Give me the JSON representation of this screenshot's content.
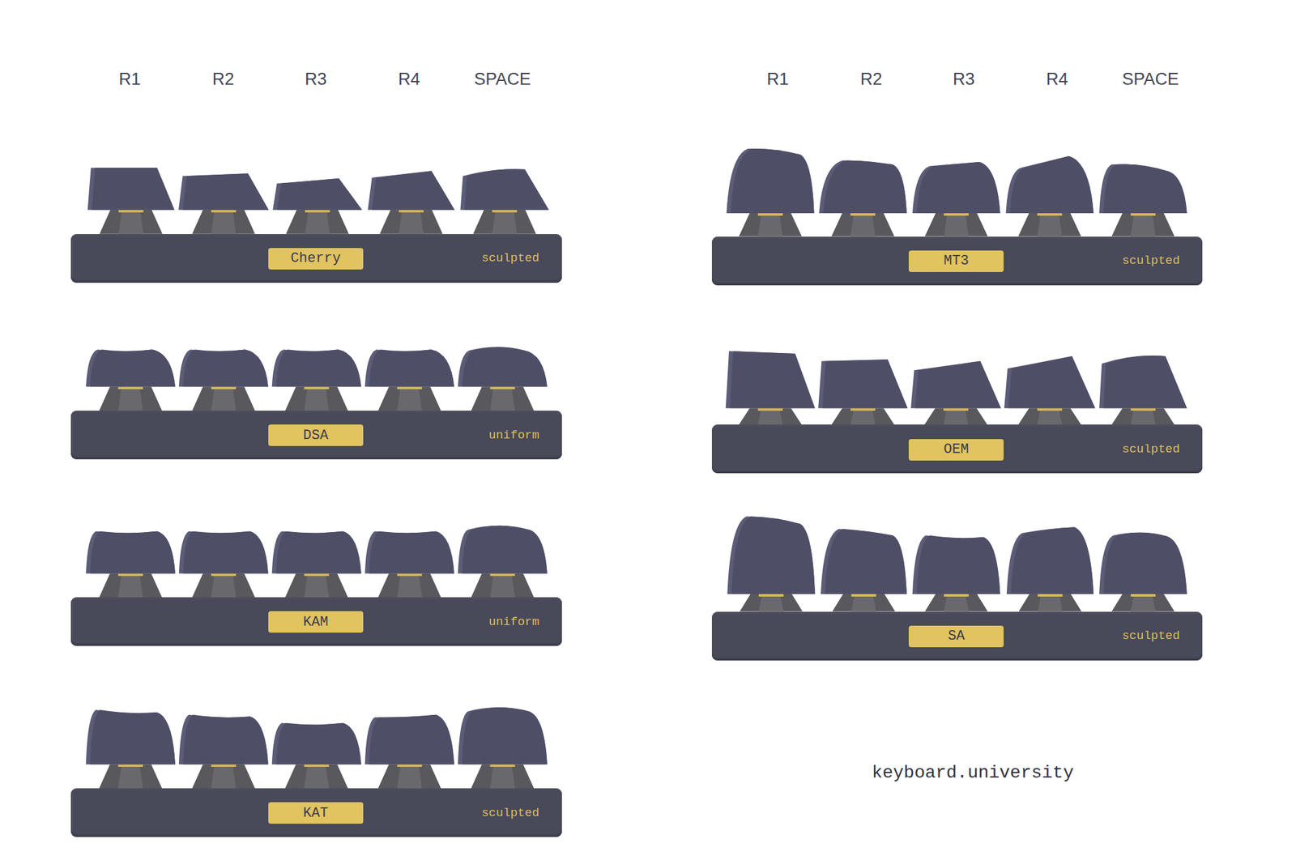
{
  "diagram": {
    "nodes": [
      {
        "text": [
          "sculpted"
        ]
      },
      {
        "text": [
          "Cherry"
        ],
        "in": 0
      },
      {
        "text": [
          "sculpted"
        ]
      },
      {
        "text": [
          "MT3"
        ],
        "in": 2
      },
      {
        "text": [
          "uniform"
        ]
      },
      {
        "text": [
          "DSA"
        ],
        "in": 4
      },
      {
        "text": [
          "sculpted"
        ]
      },
      {
        "text": [
          "OEM"
        ],
        "in": 6
      },
      {
        "text": [
          "uniform"
        ]
      },
      {
        "text": [
          "KAM"
        ],
        "in": 8
      },
      {
        "text": [
          "sculpted"
        ]
      },
      {
        "text": [
          "SA"
        ],
        "in": 10
      },
      {
        "text": [
          "sculpted"
        ]
      },
      {
        "text": [
          "KAT"
        ],
        "in": 12
      }
    ],
    "labels": [
      "R1",
      "R2",
      "R3",
      "R4",
      "SPACE",
      "R1",
      "R2",
      "R3",
      "R4",
      "SPACE",
      "keyboard.university"
    ]
  }
}
